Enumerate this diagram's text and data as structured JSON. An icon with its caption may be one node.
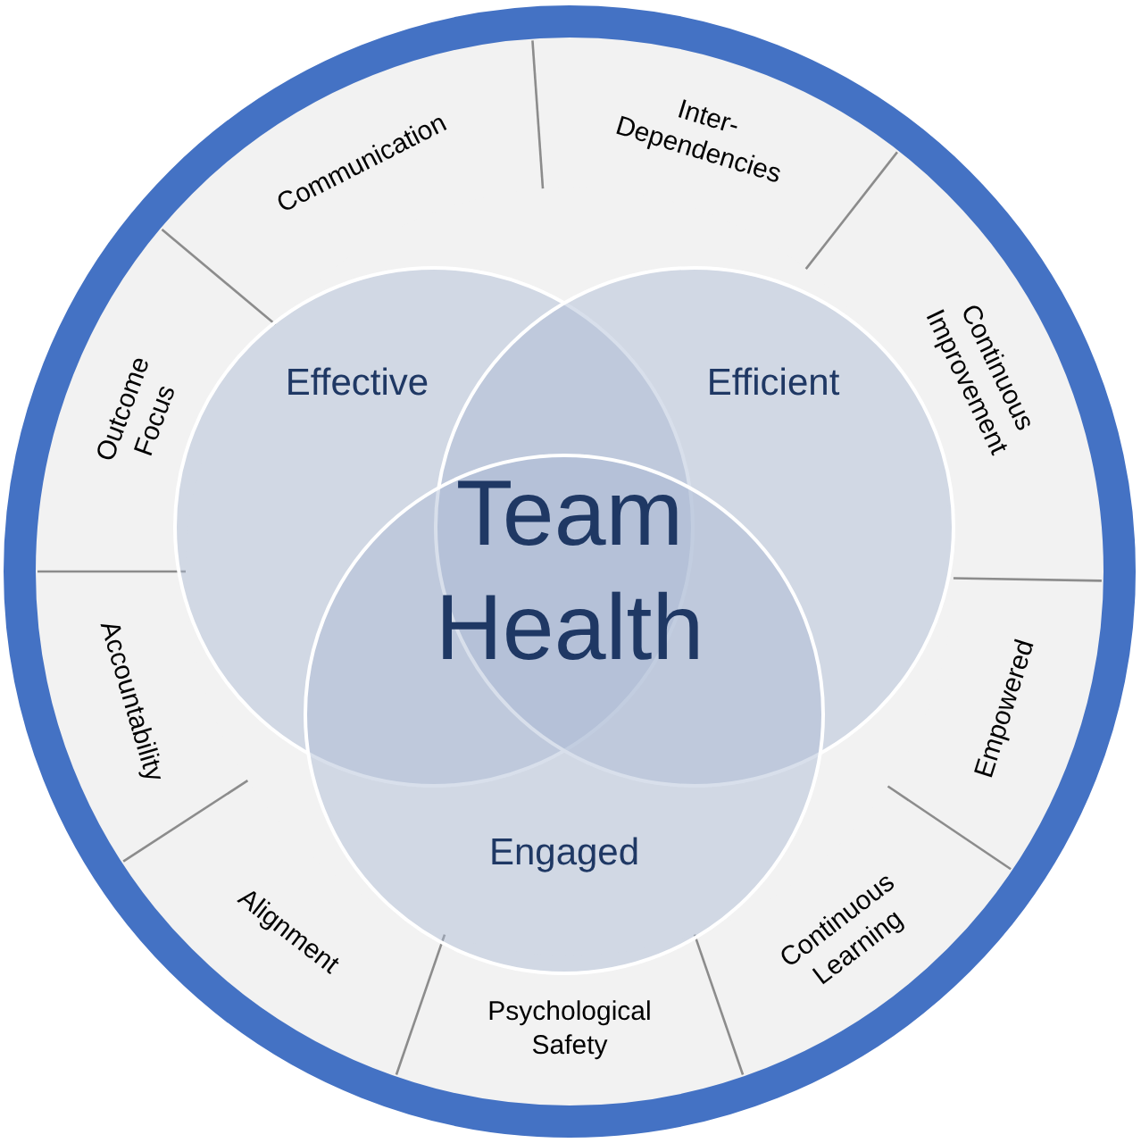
{
  "diagram": {
    "nodes": [
      {
        "text": [
          "Communication"
        ]
      },
      {
        "text": [
          "Inter-Dependencies"
        ]
      },
      {
        "text": [
          "Continuous Improvement"
        ]
      },
      {
        "text": [
          "Empowered"
        ]
      },
      {
        "text": [
          "Continuous Learning"
        ]
      },
      {
        "text": [
          "Psychological Safety"
        ]
      },
      {
        "text": [
          "Alignment"
        ]
      },
      {
        "text": [
          "Accountability"
        ]
      },
      {
        "text": [
          "Outcome Focus"
        ]
      },
      {
        "text": [
          "Effective"
        ]
      },
      {
        "text": [
          "Efficient"
        ]
      },
      {
        "text": [
          "Engaged"
        ]
      }
    ],
    "labels": [
      "Team Health"
    ]
  }
}
